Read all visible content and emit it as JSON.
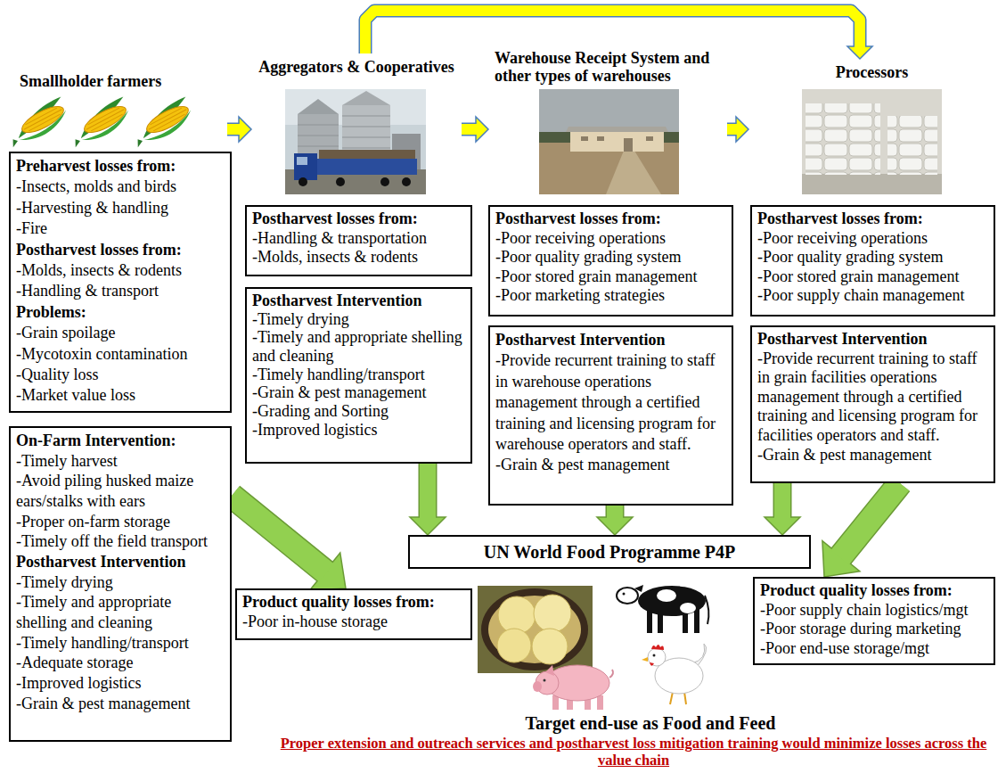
{
  "diagram": {
    "nodes": [
      {
        "text": [
          "Smallholder farmers"
        ]
      },
      {
        "text": [
          "Preharvest losses from:",
          "-Insects, molds and birds",
          "-Harvesting & handling",
          "-Fire",
          "Postharvest losses from:",
          "-Molds, insects & rodents",
          "-Handling & transport",
          "Problems:",
          "-Grain spoilage",
          "-Mycotoxin contamination",
          "-Quality loss",
          "-Market value loss"
        ]
      },
      {
        "text": [
          "On-Farm Intervention:",
          "-Timely harvest",
          "-Avoid piling husked maize ears/stalks with ears",
          "-Proper on-farm storage",
          "-Timely off the field transport",
          "Postharvest Intervention",
          "-Timely drying",
          "-Timely and appropriate shelling and cleaning",
          "-Timely handling/transport",
          "-Adequate storage",
          "-Improved logistics",
          "-Grain & pest management"
        ]
      },
      {
        "text": [
          "Aggregators & Cooperatives"
        ]
      },
      {
        "text": [
          "Postharvest losses from:",
          "-Handling & transportation",
          "-Molds, insects & rodents"
        ]
      },
      {
        "text": [
          "Postharvest Intervention",
          "-Timely drying",
          "-Timely and appropriate shelling and cleaning",
          "-Timely handling/transport",
          "-Grain & pest management",
          "-Grading and Sorting",
          "-Improved logistics"
        ]
      },
      {
        "text": [
          "Warehouse Receipt System and other types of warehouses"
        ]
      },
      {
        "text": [
          "Postharvest losses from:",
          "-Poor receiving operations",
          "-Poor quality grading system",
          "-Poor stored grain management",
          "-Poor marketing strategies"
        ]
      },
      {
        "text": [
          "Postharvest Intervention",
          "-Provide recurrent training to staff in warehouse operations management through a certified training and licensing program for warehouse operators and staff.",
          "-Grain & pest management"
        ]
      },
      {
        "text": [
          "Processors"
        ]
      },
      {
        "text": [
          "Postharvest losses from:",
          "-Poor receiving operations",
          "-Poor quality grading system",
          "-Poor stored grain management",
          "-Poor supply chain management"
        ]
      },
      {
        "text": [
          "Postharvest Intervention",
          "-Provide recurrent training to staff in grain facilities operations management through a certified training and licensing program for facilities operators and staff.",
          "-Grain & pest management"
        ]
      },
      {
        "text": [
          "UN World Food Programme P4P"
        ]
      },
      {
        "text": [
          "Product quality losses from:",
          "-Poor in-house storage"
        ]
      },
      {
        "text": [
          "Product quality losses from:",
          "-Poor supply chain logistics/mgt",
          "-Poor storage during marketing",
          "-Poor end-use storage/mgt"
        ]
      }
    ],
    "edges": [
      {
        "from": 0,
        "to": 3,
        "arrow": "to"
      },
      {
        "from": 3,
        "to": 6,
        "arrow": "to"
      },
      {
        "from": 6,
        "to": 9,
        "arrow": "to"
      },
      {
        "from": 3,
        "to": 9,
        "arrow": "to"
      },
      {
        "from": 2,
        "to": 13,
        "arrow": "to"
      },
      {
        "from": 5,
        "to": 12,
        "arrow": "to"
      },
      {
        "from": 8,
        "to": 12,
        "arrow": "to"
      },
      {
        "from": 11,
        "to": 12,
        "arrow": "to"
      },
      {
        "from": 11,
        "to": 14,
        "arrow": "to"
      }
    ],
    "labels": [
      "Target end-use as Food and Feed",
      "Proper extension and outreach services and postharvest loss mitigation training would minimize losses across the value chain"
    ]
  }
}
